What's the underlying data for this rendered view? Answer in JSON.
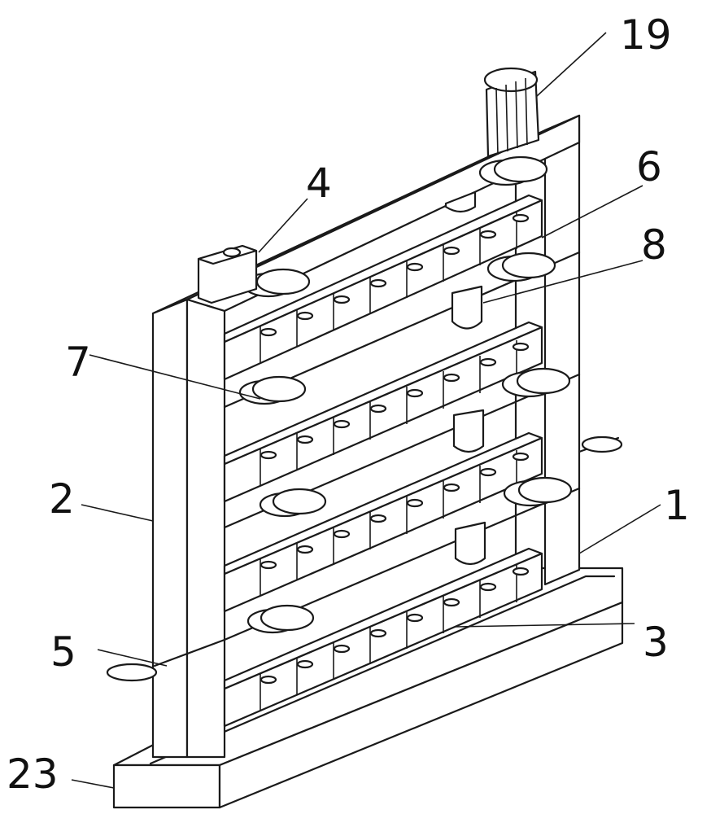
{
  "figure": {
    "callouts": [
      {
        "id": "c19",
        "text": "19"
      },
      {
        "id": "c4",
        "text": "4"
      },
      {
        "id": "c6",
        "text": "6"
      },
      {
        "id": "c8",
        "text": "8"
      },
      {
        "id": "c7",
        "text": "7"
      },
      {
        "id": "c2",
        "text": "2"
      },
      {
        "id": "c1",
        "text": "1"
      },
      {
        "id": "c5",
        "text": "5"
      },
      {
        "id": "c3",
        "text": "3"
      },
      {
        "id": "c23",
        "text": "23"
      }
    ],
    "colors": {
      "line": "#1a1a1a",
      "background": "#ffffff"
    }
  }
}
